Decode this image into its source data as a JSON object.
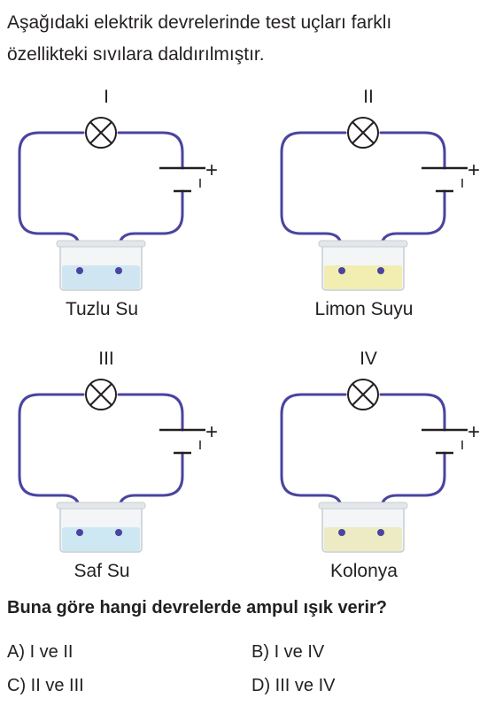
{
  "intro_lines": [
    "Aşağıdaki elektrik devrelerinde test uçları farklı",
    "özellikteki sıvılara daldırılmıştır."
  ],
  "circuits": [
    {
      "numeral": "I",
      "liquid": "Tuzlu Su",
      "liquid_color": "#cfe6f2"
    },
    {
      "numeral": "II",
      "liquid": "Limon Suyu",
      "liquid_color": "#f2edb0"
    },
    {
      "numeral": "III",
      "liquid": "Saf Su",
      "liquid_color": "#cde7f3"
    },
    {
      "numeral": "IV",
      "liquid": "Kolonya",
      "liquid_color": "#ecebc4"
    }
  ],
  "battery_plus": "+",
  "question": "Buna göre hangi devrelerde ampul ışık verir?",
  "options": [
    {
      "letter": "A)",
      "text": "I ve II"
    },
    {
      "letter": "B)",
      "text": "I ve IV"
    },
    {
      "letter": "C)",
      "text": "II ve III"
    },
    {
      "letter": "D)",
      "text": "III ve IV"
    }
  ],
  "colors": {
    "wire": "#4a44a0",
    "text": "#231f20"
  }
}
